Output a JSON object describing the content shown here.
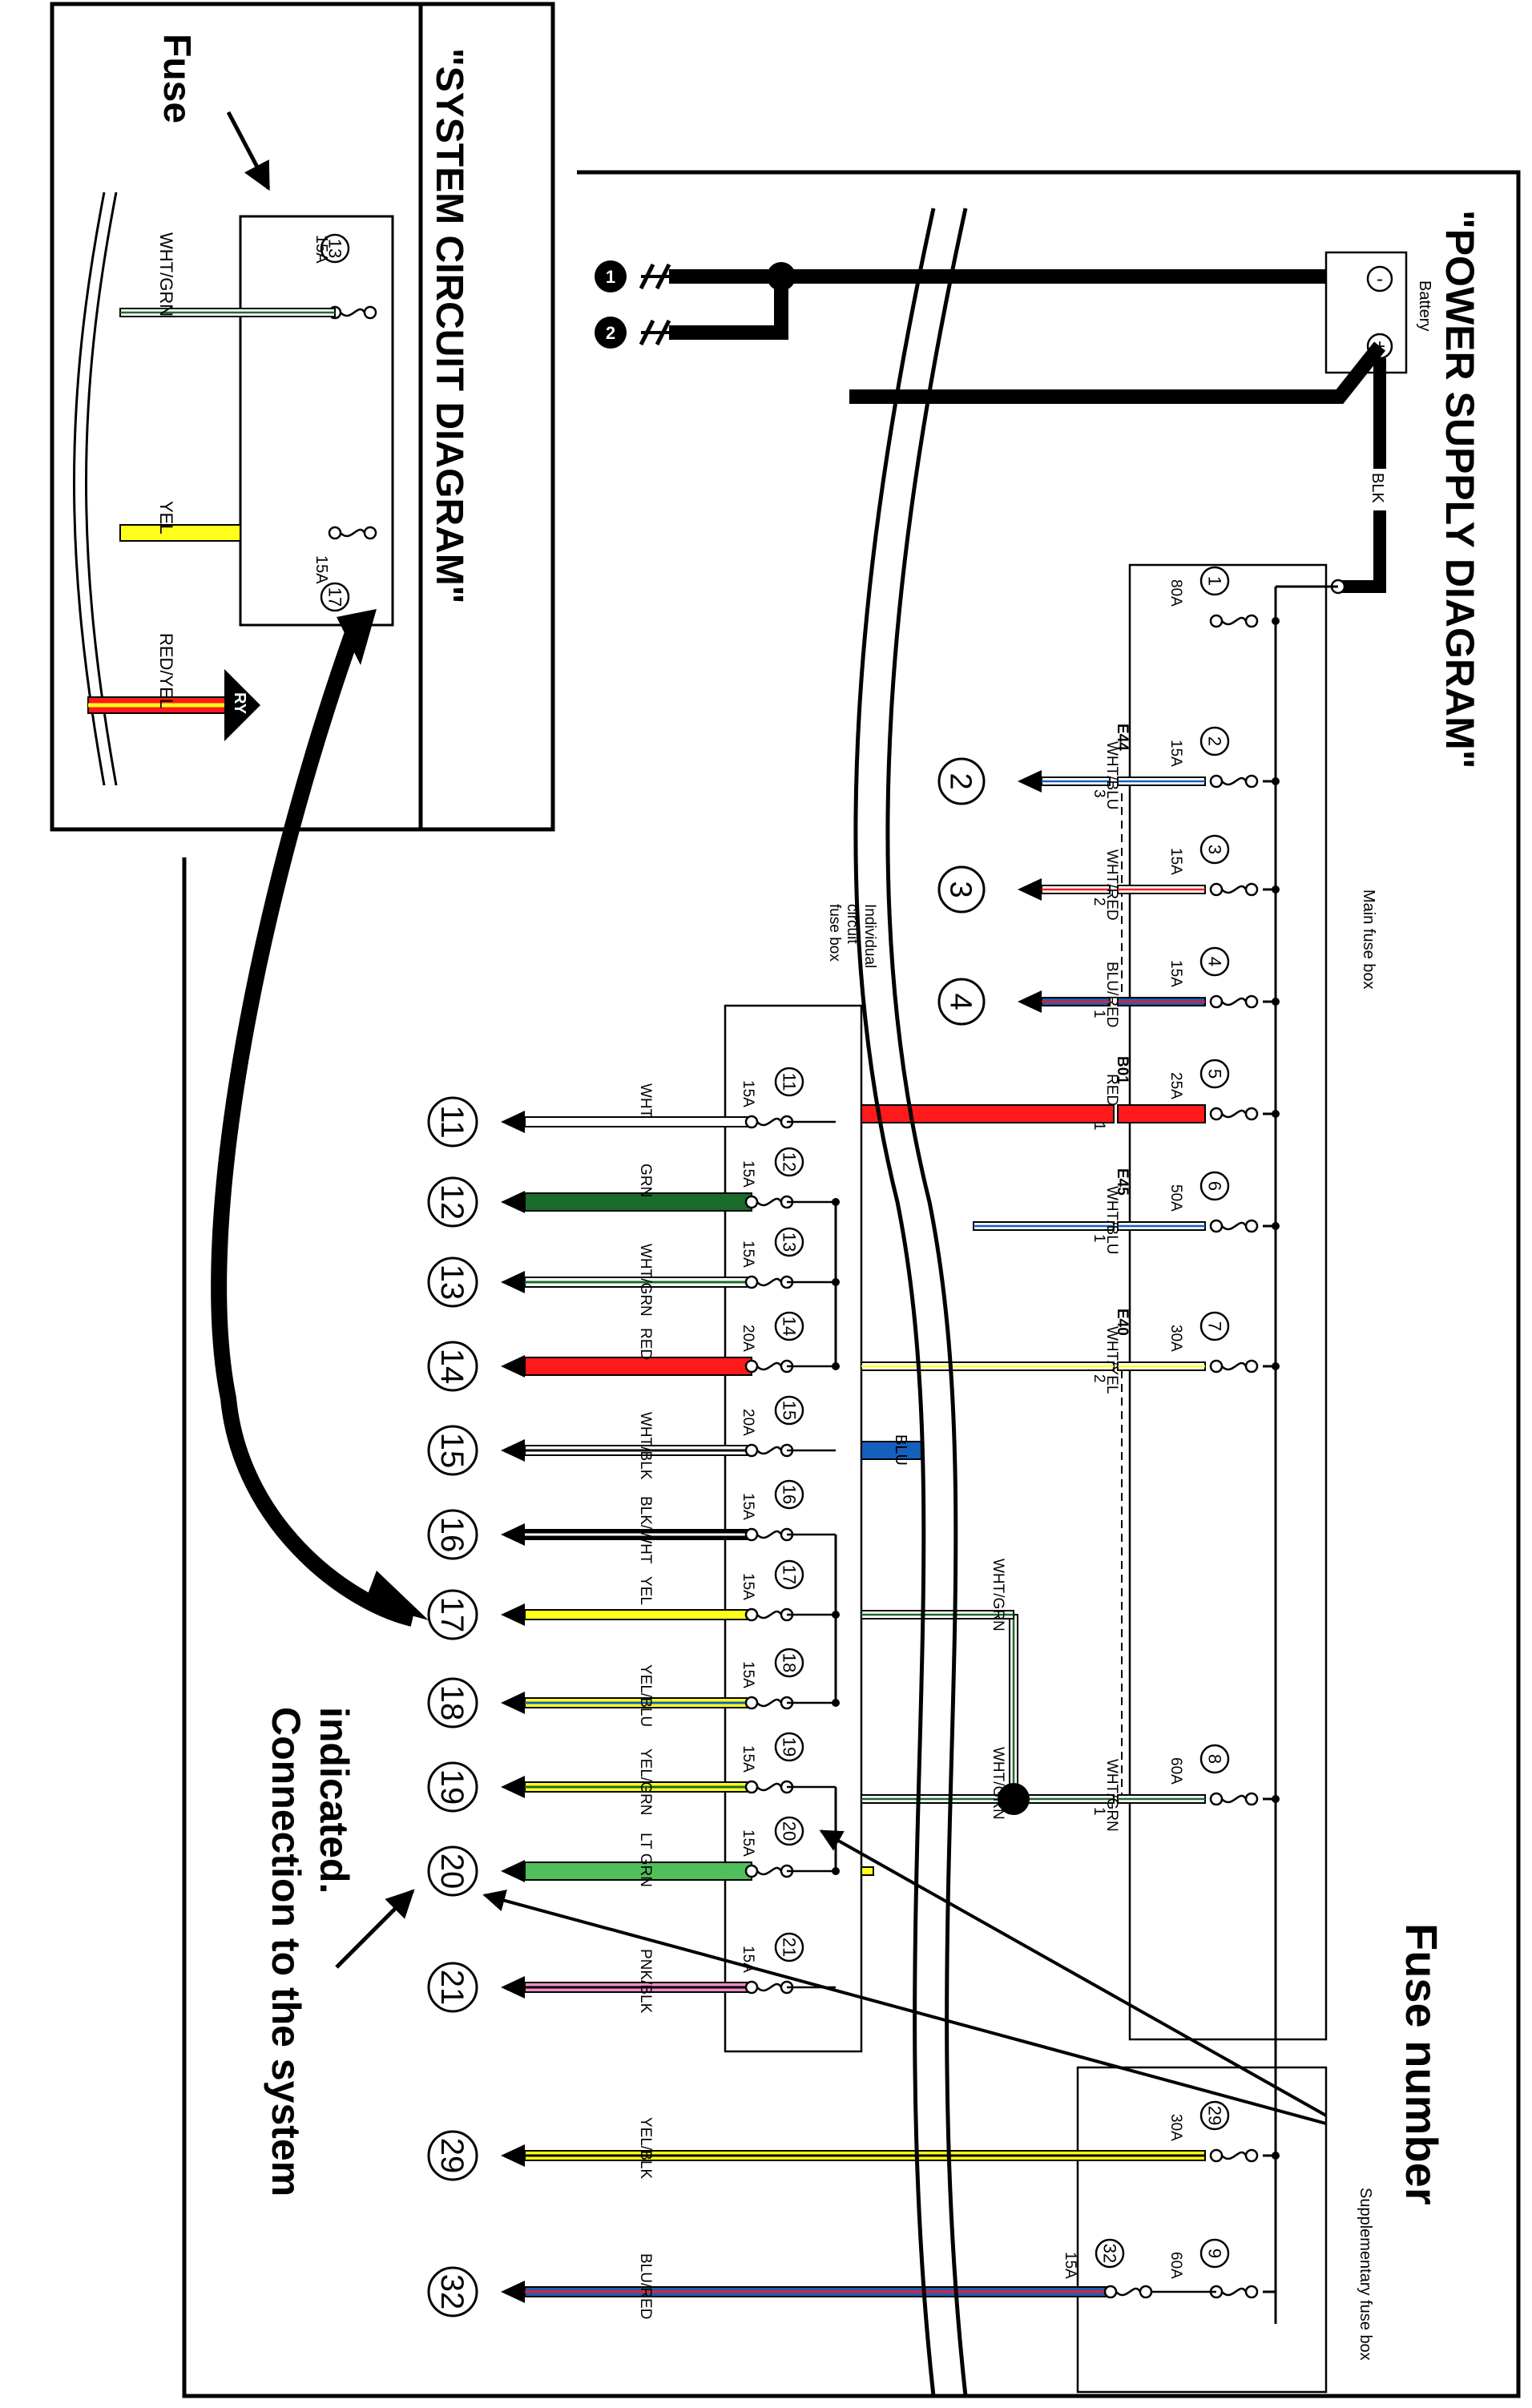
{
  "titles": {
    "power_supply": "\"POWER SUPPLY DIAGRAM\"",
    "system_circuit": "\"SYSTEM CIRCUIT DIAGRAM\""
  },
  "callouts": {
    "fuse": "Fuse",
    "fuse_number": "Fuse number",
    "connection_line1": "Connection to the system",
    "connection_line2": "indicated."
  },
  "boxes": {
    "battery": "Battery",
    "battery_neg": "-",
    "battery_pos": "+",
    "main_fuse_box": "Main fuse box",
    "individual_1": "Individual",
    "individual_2": "circuit",
    "individual_3": "fuse box",
    "supplementary": "Supplementary fuse box"
  },
  "ground_labels": [
    "1",
    "2"
  ],
  "battery_wire": "BLK",
  "main_fuses": [
    {
      "num": "1",
      "amp": "80A",
      "wire": "",
      "pin": "",
      "conn": "",
      "dest": ""
    },
    {
      "num": "2",
      "amp": "15A",
      "wire": "WHT/BLU",
      "pin": "3",
      "conn": "E44",
      "dest": "2"
    },
    {
      "num": "3",
      "amp": "15A",
      "wire": "WHT/RED",
      "pin": "2",
      "conn": "",
      "dest": "3"
    },
    {
      "num": "4",
      "amp": "15A",
      "wire": "BLU/RED",
      "pin": "1",
      "conn": "",
      "dest": "4"
    },
    {
      "num": "5",
      "amp": "25A",
      "wire": "RED",
      "pin": "1",
      "conn": "B01",
      "dest": ""
    },
    {
      "num": "6",
      "amp": "50A",
      "wire": "WHT/BLU",
      "pin": "1",
      "conn": "E45",
      "dest": ""
    },
    {
      "num": "7",
      "amp": "30A",
      "wire": "WHT/YEL",
      "pin": "2",
      "conn": "E40",
      "dest": ""
    },
    {
      "num": "8",
      "amp": "60A",
      "wire": "WHT/GRN",
      "pin": "1",
      "conn": "",
      "dest": ""
    }
  ],
  "blu_label": "BLU",
  "wht_grn_label": "WHT/GRN",
  "individual_fuses": [
    {
      "num": "11",
      "amp": "15A",
      "wire": "WHT"
    },
    {
      "num": "12",
      "amp": "15A",
      "wire": "GRN"
    },
    {
      "num": "13",
      "amp": "15A",
      "wire": "WHT/GRN"
    },
    {
      "num": "14",
      "amp": "20A",
      "wire": "RED"
    },
    {
      "num": "15",
      "amp": "20A",
      "wire": "WHT/BLK"
    },
    {
      "num": "16",
      "amp": "15A",
      "wire": "BLK/WHT"
    },
    {
      "num": "17",
      "amp": "15A",
      "wire": "YEL"
    },
    {
      "num": "18",
      "amp": "15A",
      "wire": "YEL/BLU"
    },
    {
      "num": "19",
      "amp": "15A",
      "wire": "YEL/GRN"
    },
    {
      "num": "20",
      "amp": "15A",
      "wire": "LT GRN"
    },
    {
      "num": "21",
      "amp": "15A",
      "wire": "PNK/BLK"
    }
  ],
  "supplementary_fuses": [
    {
      "num": "29",
      "amp": "30A",
      "wire": "YEL/BLK"
    },
    {
      "num": "9",
      "amp": "60A",
      "wire": ""
    },
    {
      "num": "32",
      "amp": "15A",
      "wire": "BLU/RED"
    }
  ],
  "inset": {
    "fuse_a_num": "13",
    "fuse_a_amp": "15A",
    "wire_a": "WHT/GRN",
    "fuse_b_num": "17",
    "fuse_b_amp": "15A",
    "wire_b": "YEL",
    "wire_c": "RED/YEL",
    "relay_mark": "RY"
  },
  "colors": {
    "WHT": "#ffffff",
    "BLK": "#000000",
    "GRN": "#1b6b2c",
    "RED": "#ff1a1a",
    "YEL": "#ffff1a",
    "BLU": "#1560bd",
    "LTGRN": "#4fbf5a",
    "PNK": "#f08cc8"
  }
}
